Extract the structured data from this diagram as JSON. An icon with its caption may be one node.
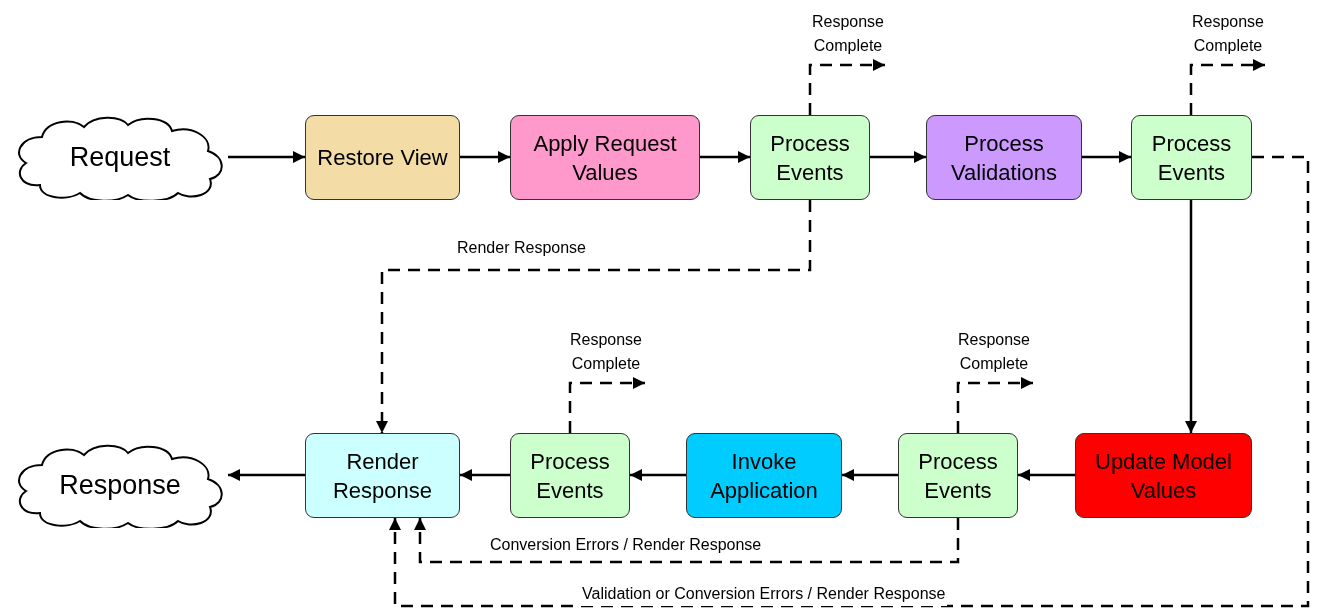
{
  "diagram": {
    "nodes": [
      {
        "text": [
          "Request"
        ]
      },
      {
        "text": [
          "Restore View"
        ]
      },
      {
        "text": [
          "Apply Request Values"
        ]
      },
      {
        "text": [
          "Process Events"
        ]
      },
      {
        "text": [
          "Process Validations"
        ]
      },
      {
        "text": [
          "Process Events"
        ]
      },
      {
        "text": [
          "Update Model Values"
        ]
      },
      {
        "text": [
          "Process Events"
        ]
      },
      {
        "text": [
          "Invoke Application"
        ]
      },
      {
        "text": [
          "Process Events"
        ]
      },
      {
        "text": [
          "Render Response"
        ]
      },
      {
        "text": [
          "Response"
        ]
      }
    ],
    "edges": [
      {
        "from": 0,
        "to": 1,
        "arrow": "to"
      },
      {
        "from": 1,
        "to": 2,
        "arrow": "to"
      },
      {
        "from": 2,
        "to": 3,
        "arrow": "to"
      },
      {
        "from": 3,
        "to": 4,
        "arrow": "to"
      },
      {
        "from": 4,
        "to": 5,
        "arrow": "to"
      },
      {
        "from": 5,
        "to": 6,
        "arrow": "to"
      },
      {
        "from": 6,
        "to": 7,
        "arrow": "to"
      },
      {
        "from": 7,
        "to": 8,
        "arrow": "to"
      },
      {
        "from": 8,
        "to": 9,
        "arrow": "to"
      },
      {
        "from": 9,
        "to": 10,
        "arrow": "to"
      },
      {
        "from": 10,
        "to": 11,
        "arrow": "to"
      },
      {
        "from": 3,
        "to": null,
        "label": "Response Complete",
        "arrow": "to",
        "style": "dashed"
      },
      {
        "from": 5,
        "to": null,
        "label": "Response Complete",
        "arrow": "to",
        "style": "dashed"
      },
      {
        "from": 3,
        "to": 10,
        "label": "Render Response",
        "arrow": "to",
        "style": "dashed"
      },
      {
        "from": 9,
        "to": null,
        "label": "Response Complete",
        "arrow": "to",
        "style": "dashed"
      },
      {
        "from": 7,
        "to": null,
        "label": "Response Complete",
        "arrow": "to",
        "style": "dashed"
      },
      {
        "from": 7,
        "to": 10,
        "label": "Conversion Errors / Render Response",
        "arrow": "to",
        "style": "dashed"
      },
      {
        "from": 5,
        "to": 10,
        "label": "Validation or Conversion Errors / Render Response",
        "arrow": "to",
        "style": "dashed"
      }
    ]
  }
}
